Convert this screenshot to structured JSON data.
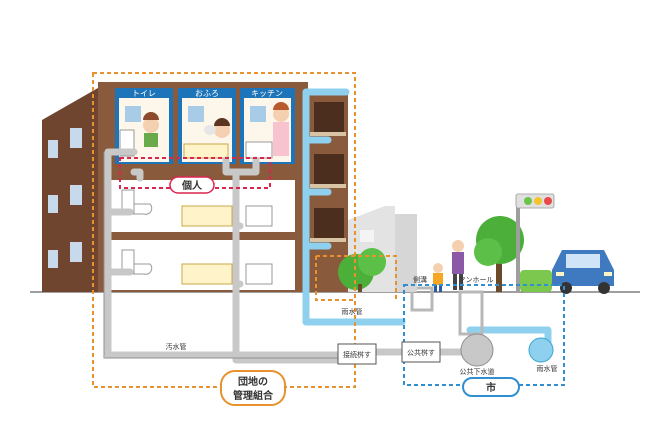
{
  "rooms": {
    "toilet": "トイレ",
    "bath": "おふろ",
    "kitchen": "キッチン"
  },
  "tags": {
    "individual": "個人",
    "association_line1": "団地の",
    "association_line2": "管理組合",
    "city": "市"
  },
  "pipes": {
    "sewage_pipe": "汚水管",
    "rain_pipe_upper": "雨水管",
    "rain_pipe_right": "雨水管",
    "connection_box": "接続桝す",
    "public_box": "公共桝す",
    "public_sewer": "公共下水道",
    "side_ditch": "側溝",
    "manhole": "マンホール"
  },
  "colors": {
    "orange_zone": "#e8922e",
    "red_zone": "#d9264f",
    "blue_zone": "#2f8fd0",
    "sewage_pipe": "#c8c8c8",
    "rain_pipe": "#8fd0ee",
    "building_brown": "#8a5a3c",
    "room_blue": "#1d74b8"
  }
}
